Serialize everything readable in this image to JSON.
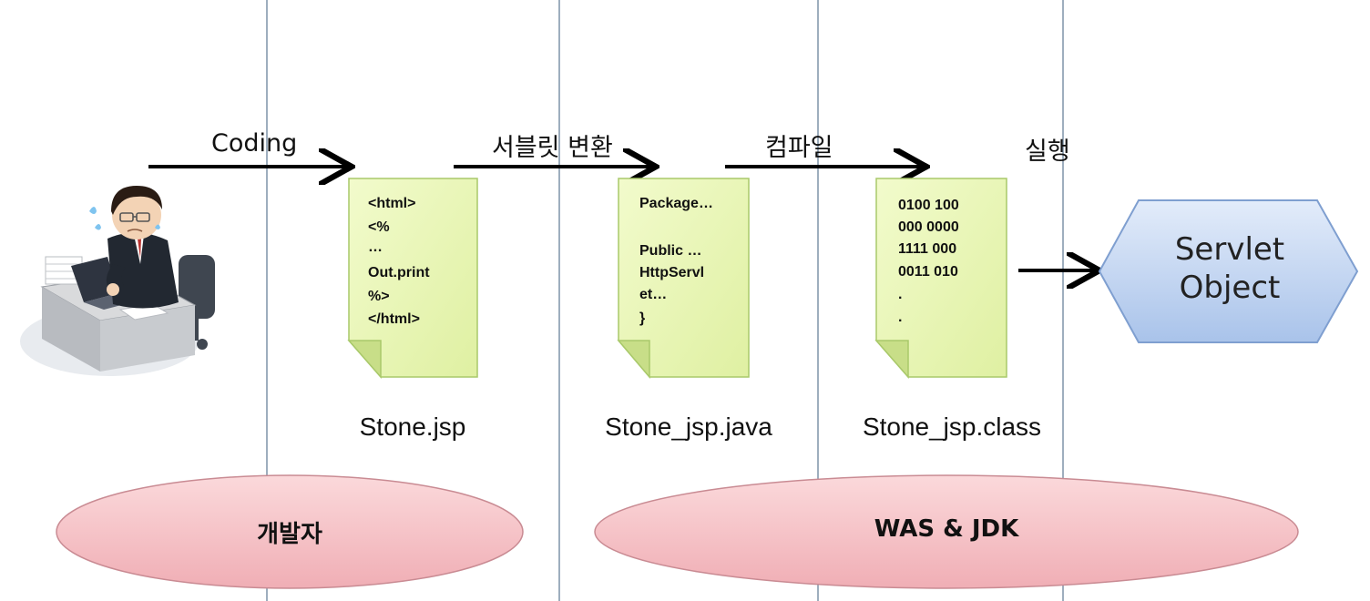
{
  "stages": {
    "coding": "Coding",
    "servlet_convert": "서블릿 변환",
    "compile": "컴파일",
    "execute": "실행"
  },
  "files": {
    "jsp": {
      "name": "Stone.jsp",
      "lines": [
        "<html>",
        "<%",
        "…",
        "Out.print",
        "%>",
        "</html>"
      ]
    },
    "java": {
      "name": "Stone_jsp.java",
      "lines": [
        "Package…",
        "",
        "Public …",
        "HttpServl",
        "et…",
        "}"
      ]
    },
    "class": {
      "name": "Stone_jsp.class",
      "lines": [
        "0100 100",
        "000 0000",
        "1111 000",
        "0011 010",
        ".",
        "."
      ]
    }
  },
  "servlet": {
    "line1": "Servlet",
    "line2": "Object"
  },
  "roles": {
    "developer": "개발자",
    "was_jdk": "WAS & JDK"
  },
  "colors": {
    "divider": "#7f93a8",
    "document_fill": "#e9f7b6",
    "document_stroke": "#a9c96a",
    "ellipse_fill": "#f6c4c8",
    "ellipse_stroke": "#c98b93",
    "hexagon_fill": "#c7d8f3",
    "hexagon_stroke": "#7f9fd0",
    "arrow": "#000000"
  }
}
